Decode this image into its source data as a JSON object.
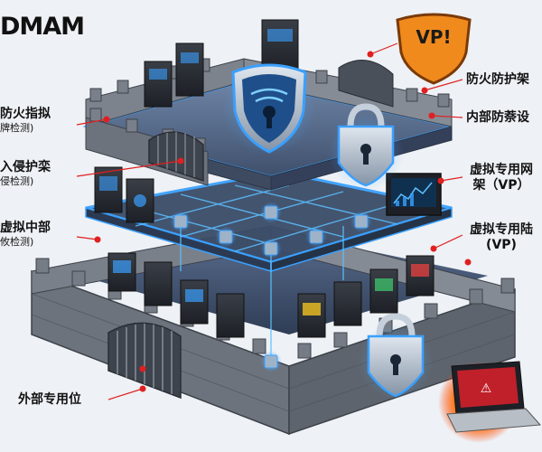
{
  "brand": {
    "logo_text": "DMAM",
    "badge_text": "VP!"
  },
  "labels": {
    "left_1_line1": "防火指拟",
    "left_1_line2": "牌检测)",
    "left_2_line1": "入侵护栾",
    "left_2_line2": "侵检测)",
    "left_3_line1": "虚拟中部",
    "left_3_line2": "攸检测)",
    "left_4": "外部专用位",
    "right_1": "防火防护架",
    "right_2": "内部防萘设",
    "right_3_line1": "虚拟专用网",
    "right_3_line2": "架（VP）",
    "right_4_line1": "虚拟专用陆",
    "right_4_line2": "(VP)"
  },
  "colors": {
    "wall": "#6d737d",
    "wall_dark": "#4a5059",
    "glow": "#3aa0ff",
    "floor_top": "#5b6f8e",
    "marker_red": "#e02020",
    "badge_orange": "#f08a1c"
  }
}
